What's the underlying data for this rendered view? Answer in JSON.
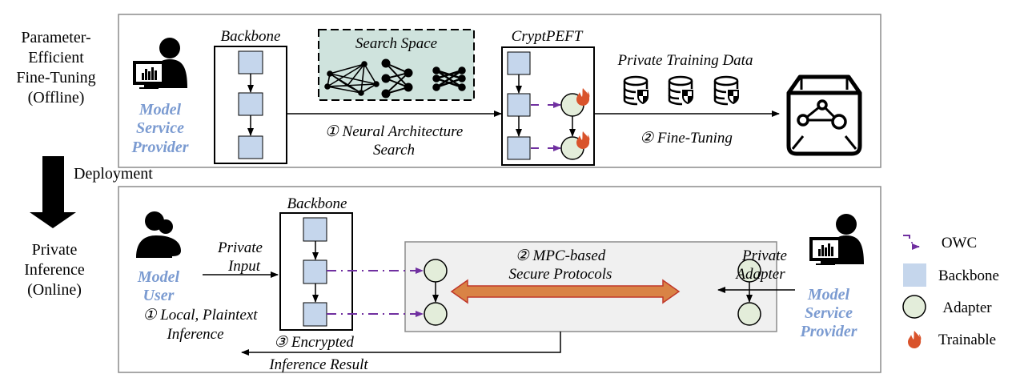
{
  "side_labels": {
    "offline_lines": [
      "Parameter-",
      "Efficient",
      "Fine-Tuning",
      "(Offline)"
    ],
    "deployment": "Deployment",
    "online_lines": [
      "Private",
      "Inference",
      "(Online)"
    ]
  },
  "top_panel": {
    "actor_lines": [
      "Model",
      "Service",
      "Provider"
    ],
    "backbone_title": "Backbone",
    "search_space_title": "Search Space",
    "step1_lines": [
      "① Neural Architecture",
      "Search"
    ],
    "cryptpeft_title": "CryptPEFT",
    "training_data_title": "Private Training Data",
    "step2_label": "② Fine-Tuning"
  },
  "bottom_panel": {
    "user_lines": [
      "Model",
      "User"
    ],
    "private_input_lines": [
      "Private",
      "Input"
    ],
    "backbone_title": "Backbone",
    "step1_lines": [
      "① Local, Plaintext",
      "Inference"
    ],
    "mpc_lines": [
      "② MPC-based",
      "Secure Protocols"
    ],
    "private_adapter_lines": [
      "Private",
      "Adapter"
    ],
    "provider_lines": [
      "Model",
      "Service",
      "Provider"
    ],
    "step3_lines": [
      "③ Encrypted",
      "Inference Result"
    ]
  },
  "legend": {
    "items": [
      {
        "icon": "owc-arrow-icon",
        "label": "OWC"
      },
      {
        "icon": "backbone-square-icon",
        "label": "Backbone"
      },
      {
        "icon": "adapter-circle-icon",
        "label": "Adapter"
      },
      {
        "icon": "flame-icon",
        "label": "Trainable"
      }
    ]
  },
  "colors": {
    "backbone_fill": "#c5d6ec",
    "adapter_fill": "#e3edda",
    "search_space_fill": "#cfe3dd",
    "mpc_box_fill": "#f0f0f0",
    "owc_purple": "#7030a0",
    "flame": "#d9532b",
    "mpc_arrow_fill": "#d98345",
    "mpc_arrow_stroke": "#c0392b",
    "actor_text": "#7b9bd1"
  }
}
